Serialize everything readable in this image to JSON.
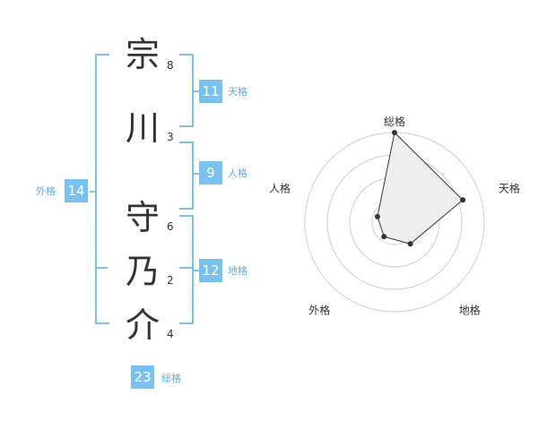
{
  "name": {
    "chars": [
      {
        "char": "宗",
        "strokes": "8"
      },
      {
        "char": "川",
        "strokes": "3"
      },
      {
        "char": "守",
        "strokes": "6"
      },
      {
        "char": "乃",
        "strokes": "2"
      },
      {
        "char": "介",
        "strokes": "4"
      }
    ]
  },
  "fortune": {
    "tenkaku": {
      "value": "11",
      "label": "天格"
    },
    "jinkaku": {
      "value": "9",
      "label": "人格"
    },
    "chikaku": {
      "value": "12",
      "label": "地格"
    },
    "gaikaku": {
      "value": "14",
      "label": "外格"
    },
    "soukaku": {
      "value": "23",
      "label": "総格"
    }
  },
  "colors": {
    "accent": "#79c2f0",
    "label_text": "#5aaee8",
    "badge_text": "#ffffff",
    "polygon_fill": "#eeeeee",
    "polygon_stroke": "#333333",
    "grid": "#d0d0d0"
  },
  "chart_data": {
    "type": "radar",
    "axes": [
      "総格",
      "天格",
      "地格",
      "外格",
      "人格"
    ],
    "values": [
      5,
      4,
      1.5,
      1,
      1
    ],
    "max": 5,
    "rings": 4
  }
}
